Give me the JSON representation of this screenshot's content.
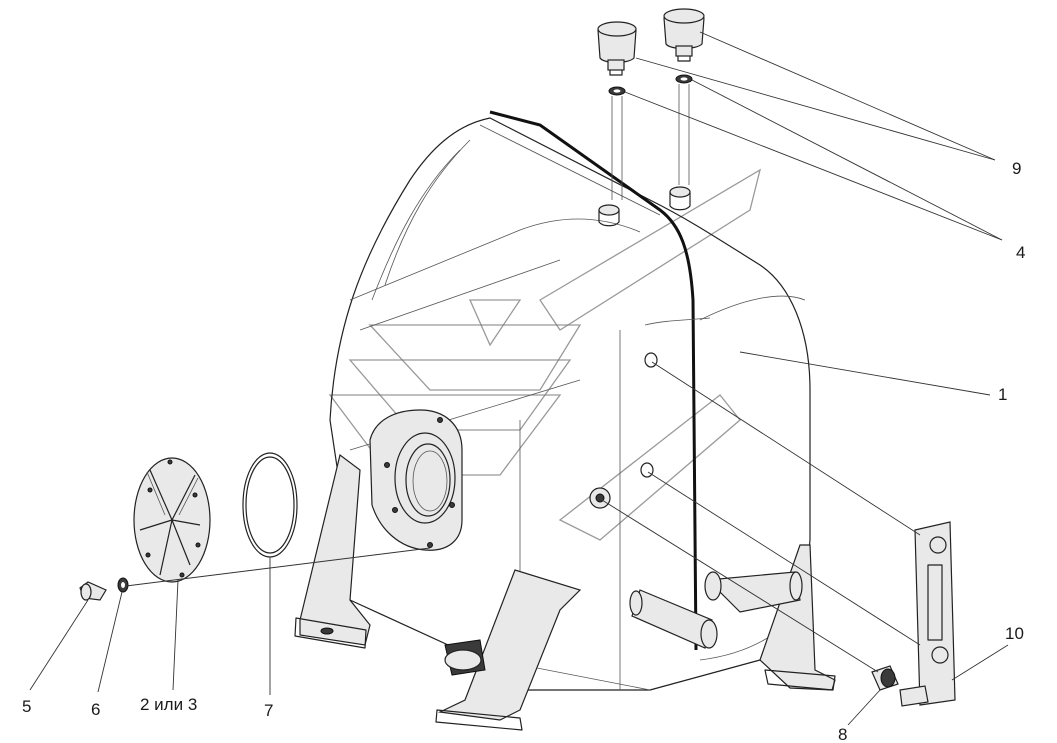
{
  "diagram": {
    "callouts": {
      "c1": "1",
      "c2": "2 или 3",
      "c4": "4",
      "c5": "5",
      "c6": "6",
      "c7": "7",
      "c8": "8",
      "c9": "9",
      "c10": "10"
    }
  }
}
